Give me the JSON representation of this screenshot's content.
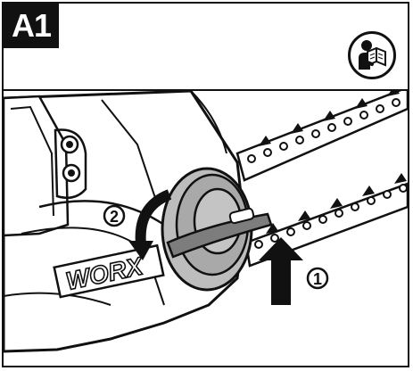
{
  "figure": {
    "label": "A1",
    "brand": "WORX",
    "step1": "1",
    "step2": "2",
    "icon": "read-manual-icon"
  }
}
